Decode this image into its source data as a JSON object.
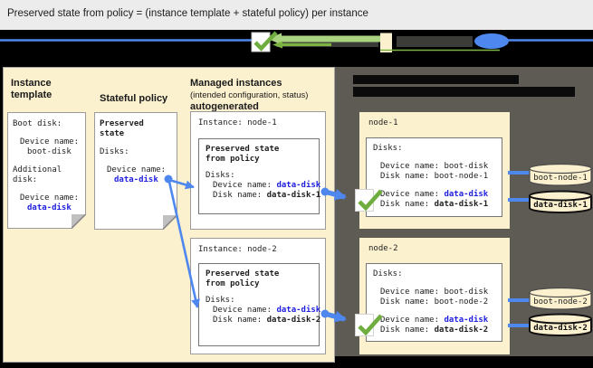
{
  "title": "Preserved state from policy = (instance template + stateful policy) per instance",
  "legend": {
    "check_icon": "green-checkmark-in-box",
    "arrow_icon": "green-attach-arrow",
    "swatch_icon": "beige-preserved-swatch",
    "disk_icon": "blue-disk-oval"
  },
  "left_panel": {
    "instance_template": {
      "heading": "Instance template",
      "boot_section": "Boot disk:",
      "boot_device_label": "Device name:",
      "boot_device_value": "boot-disk",
      "additional_section_line1": "Additional",
      "additional_section_line2": "disk:",
      "data_device_label": "Device name:",
      "data_device_value": "data-disk"
    },
    "stateful_policy": {
      "heading": "Stateful policy",
      "card_title_line1": "Preserved",
      "card_title_line2": "state",
      "disks_label": "Disks:",
      "device_label": "Device name:",
      "device_value": "data-disk"
    },
    "managed_instances": {
      "heading_bold": "Managed instances",
      "heading_sub": "(intended configuration, status)",
      "heading_bold2": "autogenerated",
      "nodes": [
        {
          "title": "Instance: node-1",
          "inner_heading_line1": "Preserved state",
          "inner_heading_line2": "from policy",
          "disks_label": "Disks:",
          "device_label": "Device name:",
          "device_value": "data-disk",
          "disk_label": "Disk name:",
          "disk_value": "data-disk-1"
        },
        {
          "title": "Instance: node-2",
          "inner_heading_line1": "Preserved state",
          "inner_heading_line2": "from policy",
          "disks_label": "Disks:",
          "device_label": "Device name:",
          "device_value": "data-disk",
          "disk_label": "Disk name:",
          "disk_value": "data-disk-2"
        }
      ]
    }
  },
  "right_panel": {
    "nodes": [
      {
        "name": "node-1",
        "disks_label": "Disks:",
        "boot_device_label": "Device name:",
        "boot_device_value": "boot-disk",
        "boot_disk_label": "Disk name:",
        "boot_disk_value": "boot-node-1",
        "data_device_label": "Device name:",
        "data_device_value": "data-disk",
        "data_disk_label": "Disk name:",
        "data_disk_value": "data-disk-1",
        "boot_cylinder": "boot-node-1",
        "data_cylinder": "data-disk-1"
      },
      {
        "name": "node-2",
        "disks_label": "Disks:",
        "boot_device_label": "Device name:",
        "boot_device_value": "boot-disk",
        "boot_disk_label": "Disk name:",
        "boot_disk_value": "boot-node-2",
        "data_device_label": "Device name:",
        "data_device_value": "data-disk",
        "data_disk_label": "Disk name:",
        "data_disk_value": "data-disk-2",
        "boot_cylinder": "boot-node-2",
        "data_cylinder": "data-disk-2"
      }
    ]
  },
  "colors": {
    "emphasis_blue": "#2020df",
    "arrow_blue": "#4e87ee",
    "check_green": "#6fae3e",
    "panel_beige": "#fcf1cf",
    "panel_dark": "#5e5b54"
  }
}
